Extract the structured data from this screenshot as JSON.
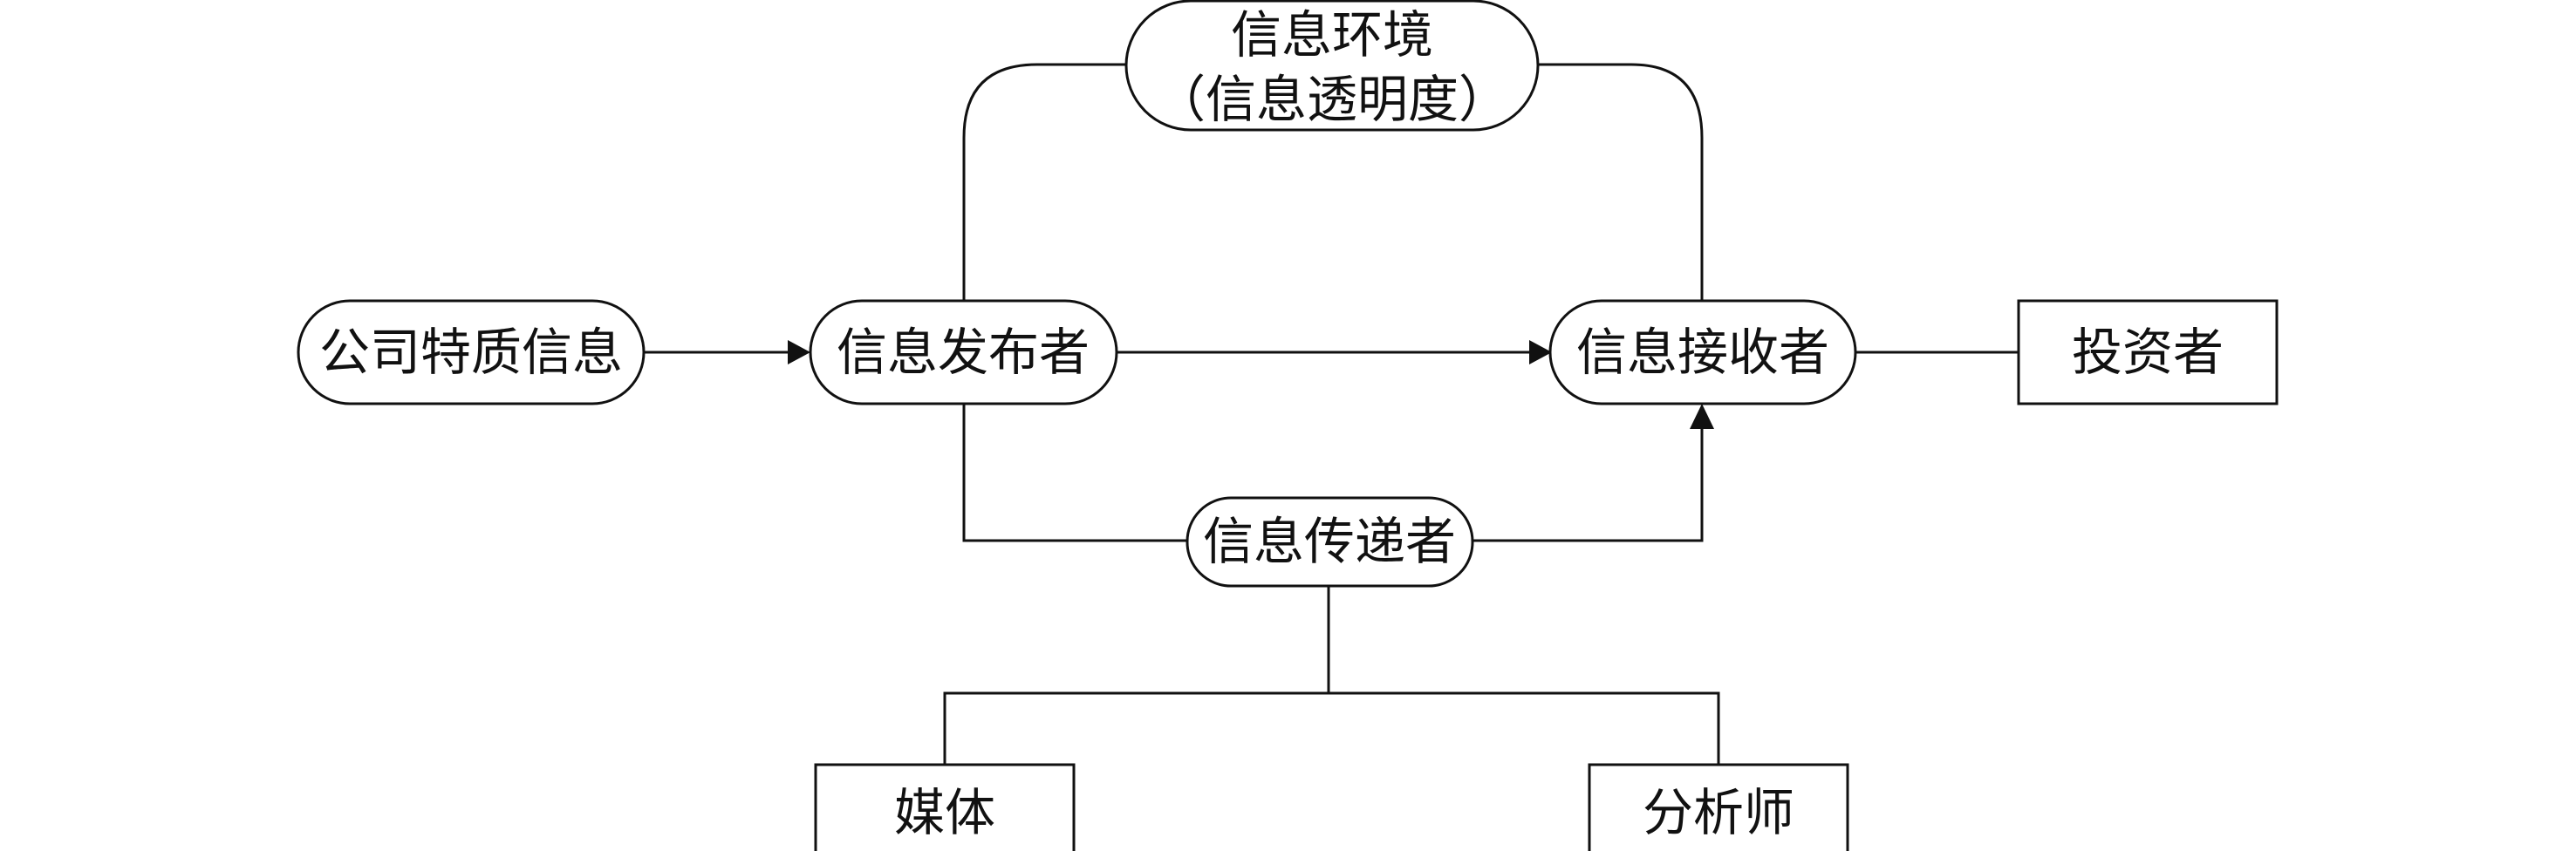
{
  "nodes": {
    "info_environment": {
      "line1": "信息环境",
      "line2": "（信息透明度）"
    },
    "company_info": "公司特质信息",
    "info_publisher": "信息发布者",
    "info_receiver": "信息接收者",
    "investor": "投资者",
    "info_transmitter": "信息传递者",
    "media": "媒体",
    "analyst": "分析师"
  }
}
